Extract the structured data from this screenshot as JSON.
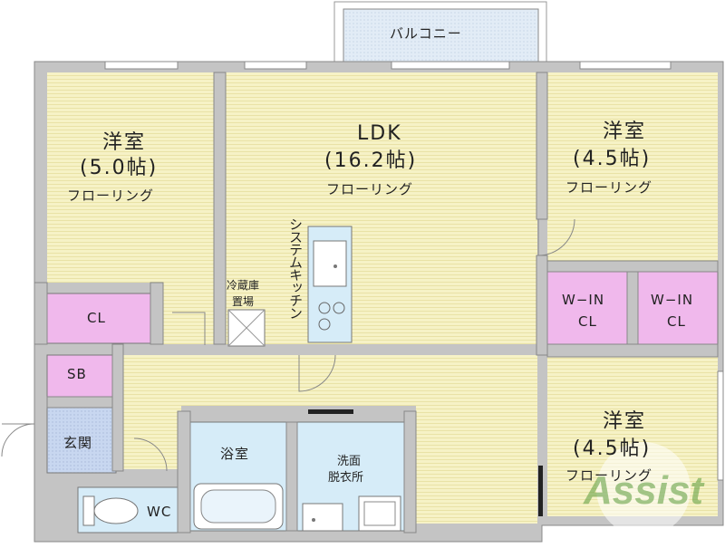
{
  "balcony": "バルコニー",
  "rooms": {
    "western_left": {
      "name": "洋室",
      "size": "(5.0帖)",
      "floor": "フローリング"
    },
    "ldk": {
      "name": "LDK",
      "size": "(16.2帖)",
      "floor": "フローリング"
    },
    "western_right_top": {
      "name": "洋室",
      "size": "(4.5帖)",
      "floor": "フローリング"
    },
    "western_right_bottom": {
      "name": "洋室",
      "size": "(4.5帖)",
      "floor": "フローリング"
    },
    "closet": "CL",
    "wic_1": {
      "line1": "W−IN",
      "line2": "CL"
    },
    "wic_2": {
      "line1": "W−IN",
      "line2": "CL"
    },
    "shoe_box": "SB",
    "entrance": "玄関",
    "toilet": "WC",
    "bath": "浴室",
    "washroom": {
      "line1": "洗面",
      "line2": "脱衣所"
    },
    "kitchen": "システムキッチン",
    "fridge": {
      "line1": "冷蔵庫",
      "line2": "置場"
    }
  },
  "watermark": "Assist",
  "colors": {
    "room_floor": "#f6f2c6",
    "closet_pink": "#f0b8ec",
    "entrance_blue": "#c8d7f0",
    "bath_blue": "#d6ecf8",
    "wall_gray": "#c8c8c8",
    "window": "#ffffff",
    "watermark_green": "#5a9a3a"
  }
}
